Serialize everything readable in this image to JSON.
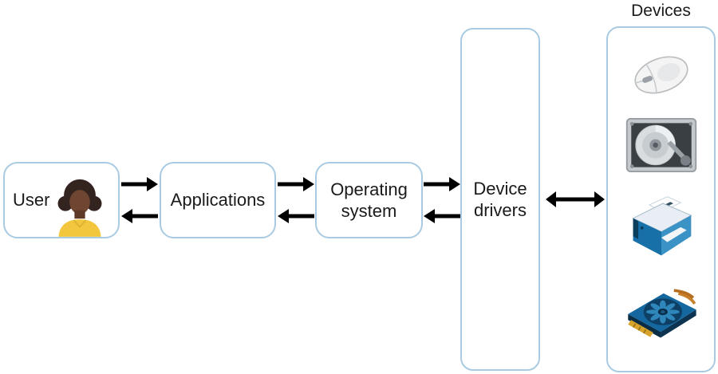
{
  "nodes": {
    "user": {
      "label": "User"
    },
    "applications": {
      "label": "Applications"
    },
    "operating_system": {
      "label": "Operating system"
    },
    "device_drivers": {
      "label": "Device drivers"
    },
    "devices": {
      "label": "Devices",
      "icons": [
        "computer-mouse-icon",
        "hard-disk-drive-icon",
        "printer-icon",
        "graphics-card-icon"
      ]
    }
  },
  "connections": [
    {
      "from": "user",
      "to": "applications",
      "style": "two-opposing-arrows"
    },
    {
      "from": "applications",
      "to": "operating_system",
      "style": "two-opposing-arrows"
    },
    {
      "from": "operating_system",
      "to": "device_drivers",
      "style": "two-opposing-arrows"
    },
    {
      "from": "device_drivers",
      "to": "devices",
      "style": "double-headed-arrow"
    }
  ],
  "colors": {
    "box_border": "#a9cbe2",
    "box_fill": "#ffffff",
    "arrow": "#000000",
    "text": "#1a1a1a",
    "avatar_shirt": "#f2c63d",
    "avatar_skin": "#6f4631",
    "avatar_hair": "#33241f",
    "printer_blue": "#1870a8",
    "gpu_blue": "#1567a0",
    "gold": "#d7a32b"
  }
}
